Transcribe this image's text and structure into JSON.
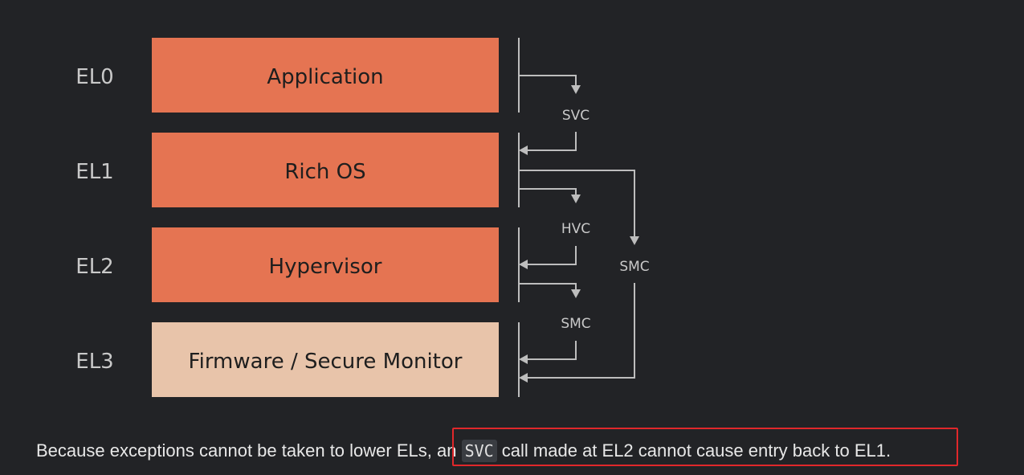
{
  "levels": [
    {
      "el": "EL0",
      "name": "Application"
    },
    {
      "el": "EL1",
      "name": "Rich OS"
    },
    {
      "el": "EL2",
      "name": "Hypervisor"
    },
    {
      "el": "EL3",
      "name": "Firmware / Secure Monitor"
    }
  ],
  "calls": {
    "svc": "SVC",
    "hvc": "HVC",
    "smc_el2": "SMC",
    "smc_el1": "SMC"
  },
  "colors": {
    "block": "#e57452",
    "block_light": "#e8c4aa",
    "highlight": "#e0282b"
  },
  "caption": {
    "before": "Because exceptions cannot be taken to lower ELs, an ",
    "code": "SVC",
    "after": " call made at EL2 cannot cause entry back to EL1."
  }
}
